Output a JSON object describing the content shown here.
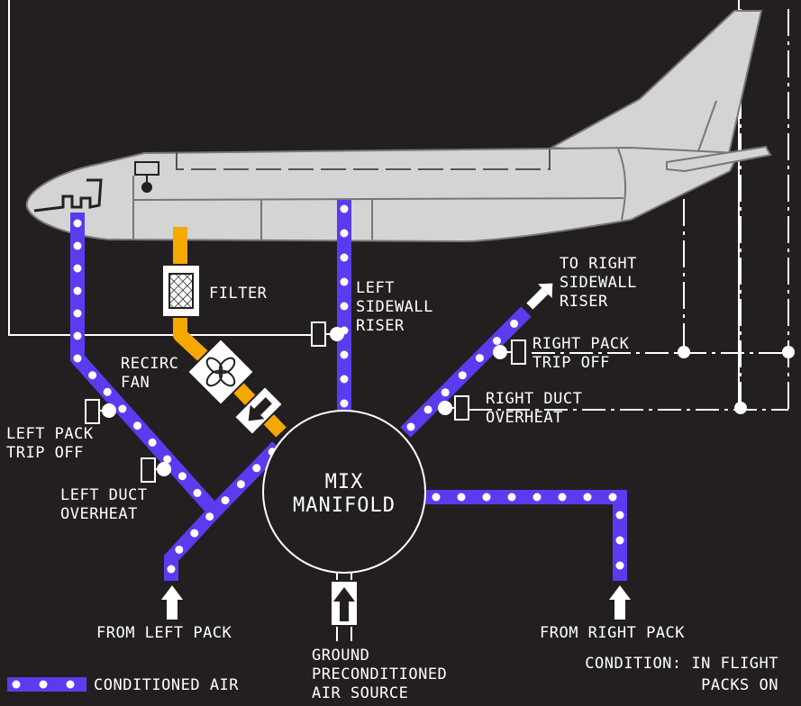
{
  "labels": {
    "filter": "FILTER",
    "recirc_1": "RECIRC",
    "recirc_2": "FAN",
    "left_sidewall_1": "LEFT",
    "left_sidewall_2": "SIDEWALL",
    "left_sidewall_3": "RISER",
    "to_right_1": "TO RIGHT",
    "to_right_2": "SIDEWALL",
    "to_right_3": "RISER",
    "right_pack_trip_1": "RIGHT PACK",
    "right_pack_trip_2": "TRIP OFF",
    "right_duct_1": "RIGHT DUCT",
    "right_duct_2": "OVERHEAT",
    "left_pack_trip_1": "LEFT PACK",
    "left_pack_trip_2": "TRIP OFF",
    "left_duct_1": "LEFT DUCT",
    "left_duct_2": "OVERHEAT",
    "mix_1": "MIX",
    "mix_2": "MANIFOLD",
    "from_left": "FROM LEFT PACK",
    "from_right": "FROM RIGHT PACK",
    "ground_1": "GROUND",
    "ground_2": "PRECONDITIONED",
    "ground_3": "AIR SOURCE",
    "condition_1": "CONDITION: IN FLIGHT",
    "condition_2": "PACKS ON",
    "legend": "CONDITIONED AIR"
  },
  "colors": {
    "background": "#231f20",
    "conditioned_air": "#5b3bf0",
    "recirculated_air": "#f5a800",
    "fuselage": "#d4d4d4"
  }
}
